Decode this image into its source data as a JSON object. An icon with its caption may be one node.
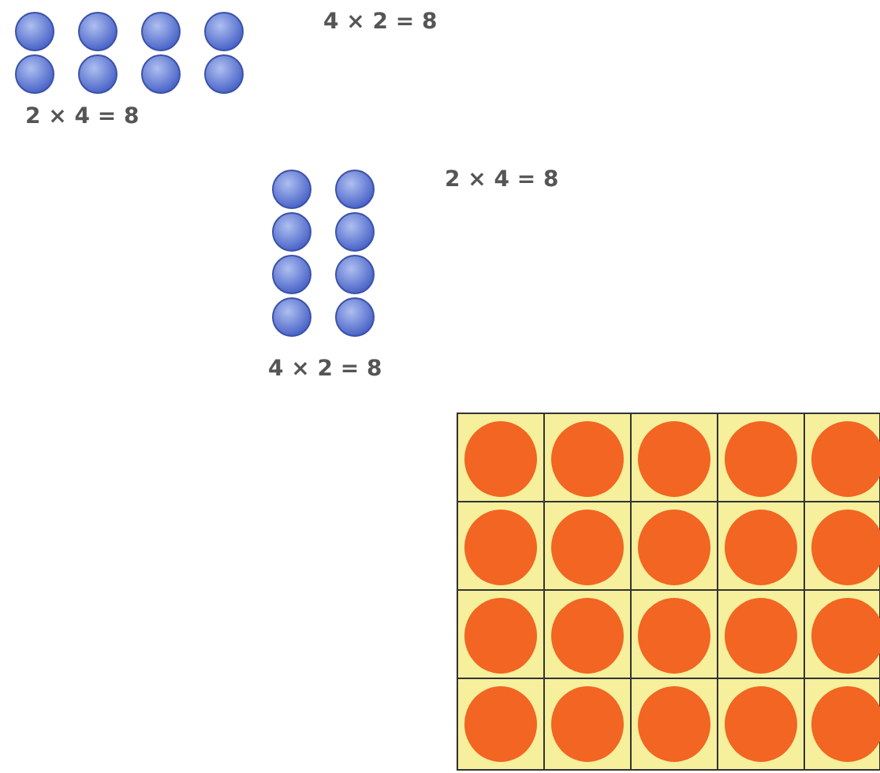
{
  "diagram": {
    "labels": [
      "4 × 2 = 8",
      "2 × 4 = 8",
      "2 × 4 = 8",
      "4 × 2 = 8"
    ]
  }
}
